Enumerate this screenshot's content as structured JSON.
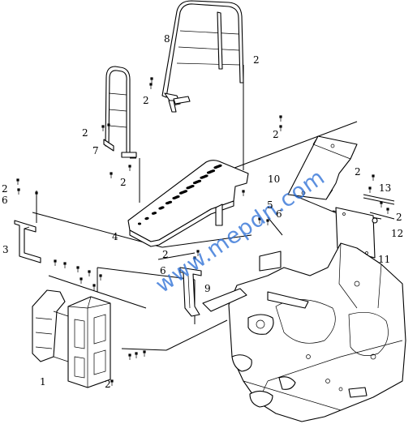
{
  "watermark": "www.mepdn.com",
  "callouts": [
    {
      "id": "c1",
      "text": "1"
    },
    {
      "id": "c2a",
      "text": "2"
    },
    {
      "id": "c2b",
      "text": "2"
    },
    {
      "id": "c2c",
      "text": "2"
    },
    {
      "id": "c2d",
      "text": "2"
    },
    {
      "id": "c2e",
      "text": "2"
    },
    {
      "id": "c2f",
      "text": "2"
    },
    {
      "id": "c2g",
      "text": "2"
    },
    {
      "id": "c2h",
      "text": "2"
    },
    {
      "id": "c2i",
      "text": "2"
    },
    {
      "id": "c2j",
      "text": "2"
    },
    {
      "id": "c3",
      "text": "3"
    },
    {
      "id": "c4",
      "text": "4"
    },
    {
      "id": "c5",
      "text": "5"
    },
    {
      "id": "c6a",
      "text": "6"
    },
    {
      "id": "c6b",
      "text": "6"
    },
    {
      "id": "c6c",
      "text": "6"
    },
    {
      "id": "c7",
      "text": "7"
    },
    {
      "id": "c8",
      "text": "8"
    },
    {
      "id": "c9",
      "text": "9"
    },
    {
      "id": "c10",
      "text": "10"
    },
    {
      "id": "c11",
      "text": "11"
    },
    {
      "id": "c12",
      "text": "12"
    },
    {
      "id": "c13",
      "text": "13"
    }
  ]
}
